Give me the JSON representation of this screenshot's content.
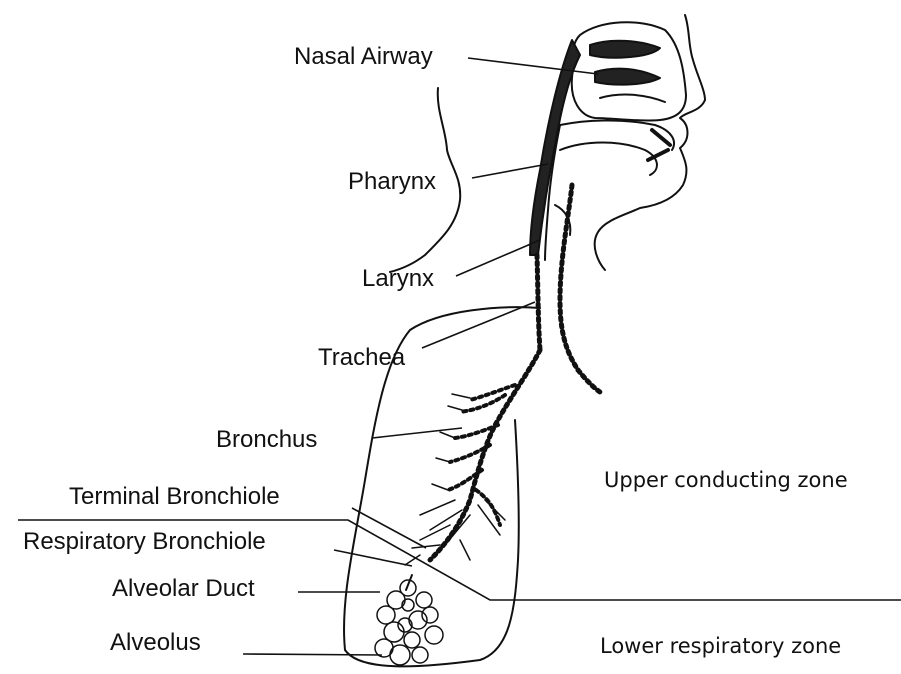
{
  "labels": {
    "nasal_airway": "Nasal Airway",
    "pharynx": "Pharynx",
    "larynx": "Larynx",
    "trachea": "Trachea",
    "bronchus": "Bronchus",
    "terminal_bronchiole": "Terminal Bronchiole",
    "respiratory_bronchiole": "Respiratory Bronchiole",
    "alveolar_duct": "Alveolar Duct",
    "alveolus": "Alveolus"
  },
  "zones": {
    "upper": "Upper conducting zone",
    "lower": "Lower respiratory zone"
  }
}
